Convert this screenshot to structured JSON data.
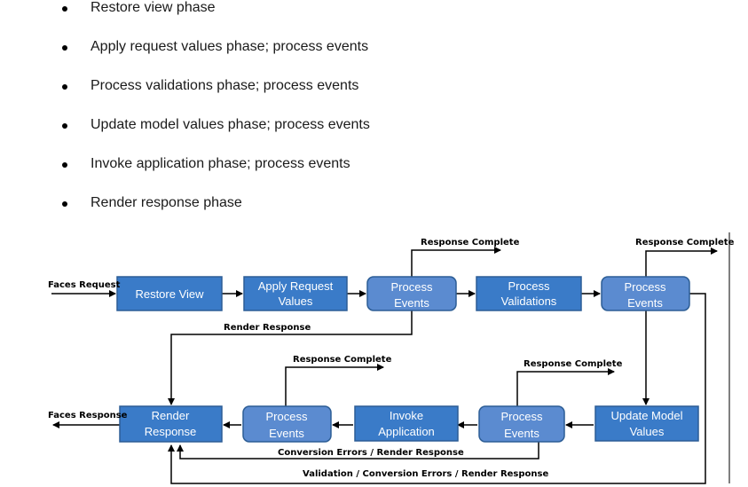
{
  "phases_list": [
    "Restore view phase",
    "Apply request values phase; process events",
    "Process validations phase; process events",
    "Update model values phase; process events",
    "Invoke application phase; process events",
    "Render response phase"
  ],
  "diagram": {
    "boxes": {
      "restore_view": [
        "Restore View"
      ],
      "apply_request": [
        "Apply Request",
        "Values"
      ],
      "process_events_1": [
        "Process",
        "Events"
      ],
      "process_validations": [
        "Process",
        "Validations"
      ],
      "process_events_2": [
        "Process",
        "Events"
      ],
      "update_model": [
        "Update Model",
        "Values"
      ],
      "process_events_3": [
        "Process",
        "Events"
      ],
      "invoke_application": [
        "Invoke",
        "Application"
      ],
      "process_events_4": [
        "Process",
        "Events"
      ],
      "render_response": [
        "Render",
        "Response"
      ]
    },
    "labels": {
      "faces_request": "Faces Request",
      "faces_response": "Faces Response",
      "response_complete_1": "Response Complete",
      "response_complete_2": "Response Complete",
      "response_complete_3": "Response Complete",
      "response_complete_4": "Response Complete",
      "render_response_flow": "Render Response",
      "conversion_errors": "Conversion Errors / Render Response",
      "validation_errors": "Validation / Conversion Errors / Render Response"
    },
    "colors": {
      "box_fill": "#3a7bc8",
      "box_fill_events": "#5b8bd0",
      "box_border": "#2c5d95",
      "line": "#000000"
    }
  }
}
